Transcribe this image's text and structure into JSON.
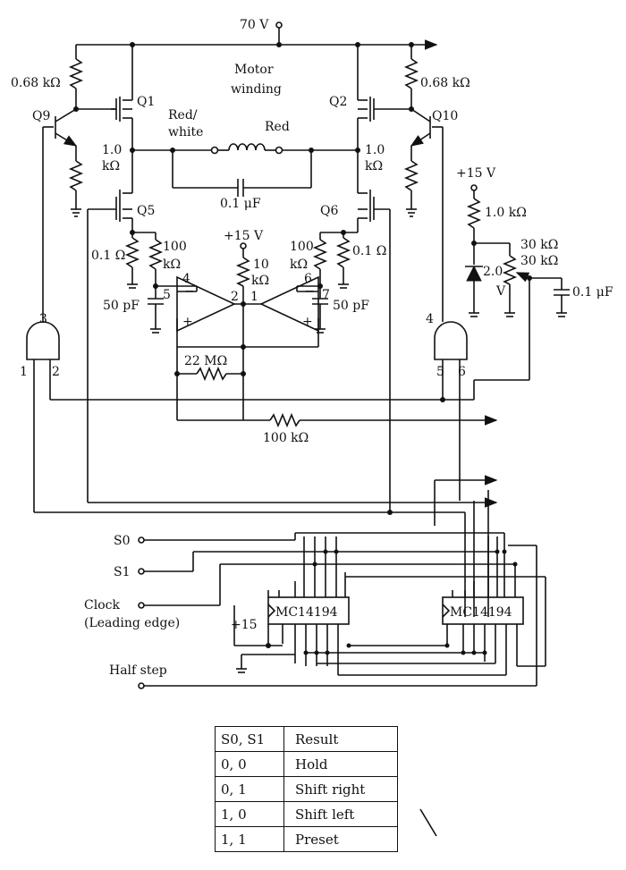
{
  "labels": {
    "supply_70v": "70 V",
    "r_q1_top": "0.68 kΩ",
    "r_q2_top": "0.68 kΩ",
    "q1": "Q1",
    "q2": "Q2",
    "q9": "Q9",
    "q10": "Q10",
    "q5": "Q5",
    "q6": "Q6",
    "motor_line1": "Motor",
    "motor_line2": "winding",
    "red_white_line1": "Red/",
    "red_white_line2": "white",
    "red": "Red",
    "r_left_value": "1.0",
    "r_left_unit": "kΩ",
    "r_right_value": "1.0",
    "r_right_unit": "kΩ",
    "cap_winding": "0.1 μF",
    "r_sense_left": "0.1 Ω",
    "r_sense_right": "0.1 Ω",
    "r100_left_value": "100",
    "r100_left_unit": "kΩ",
    "r100_right_value": "100",
    "r100_right_unit": "kΩ",
    "op_supply": "+15 V",
    "r10_value": "10",
    "r10_unit": "kΩ",
    "pin4": "4",
    "pin5": "5",
    "pin2": "2",
    "pin1": "1",
    "pin6": "6",
    "pin7": "7",
    "cap_left": "50 pF",
    "cap_right": "50 pF",
    "r_feedback": "22 MΩ",
    "r_bottom": "100 kΩ",
    "ref_supply": "+15 V",
    "r_ref": "1.0 kΩ",
    "pot_1": "30 kΩ",
    "pot_2": "30 kΩ",
    "zener": "2.0",
    "zener_unit": "V",
    "cap_ref": "0.1 μF",
    "gate_left_out": "3",
    "gate_left_in1": "1",
    "gate_left_in2": "2",
    "gate_right_out": "4",
    "gate_right_in1": "5",
    "gate_right_in2": "6",
    "s0": "S0",
    "s1": "S1",
    "clock_line1": "Clock",
    "clock_line2": "(Leading edge)",
    "plus15": "+15",
    "ic_left": "MC14194",
    "ic_right": "MC14194",
    "half_step": "Half step"
  },
  "truth_table": {
    "headers": [
      "S0, S1",
      "Result"
    ],
    "rows": [
      [
        "0, 0",
        "Hold"
      ],
      [
        "0, 1",
        "Shift right"
      ],
      [
        "1, 0",
        "Shift left"
      ],
      [
        "1, 1",
        "Preset"
      ]
    ]
  }
}
